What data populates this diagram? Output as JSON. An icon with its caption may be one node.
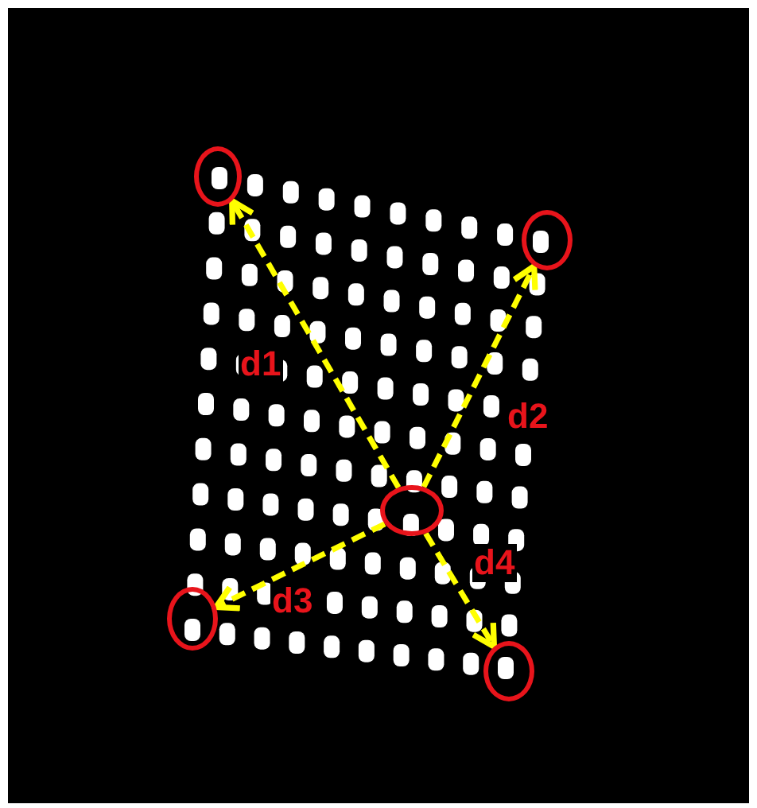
{
  "diagram": {
    "nodes": [
      {
        "text": [],
        "shape": "circle"
      },
      {
        "text": [],
        "shape": "circle"
      },
      {
        "text": [],
        "shape": "circle"
      },
      {
        "text": [],
        "shape": "circle"
      },
      {
        "text": [],
        "shape": "circle"
      }
    ],
    "edges": [
      {
        "from": 2,
        "to": 0,
        "arrow": "to",
        "label": "d1",
        "style": "dashed"
      },
      {
        "from": 2,
        "to": 1,
        "arrow": "to",
        "label": "d2",
        "style": "dashed"
      },
      {
        "from": 2,
        "to": 3,
        "arrow": "to",
        "label": "d3",
        "style": "dashed"
      },
      {
        "from": 2,
        "to": 4,
        "arrow": "to",
        "label": "d4",
        "style": "dashed"
      }
    ]
  }
}
